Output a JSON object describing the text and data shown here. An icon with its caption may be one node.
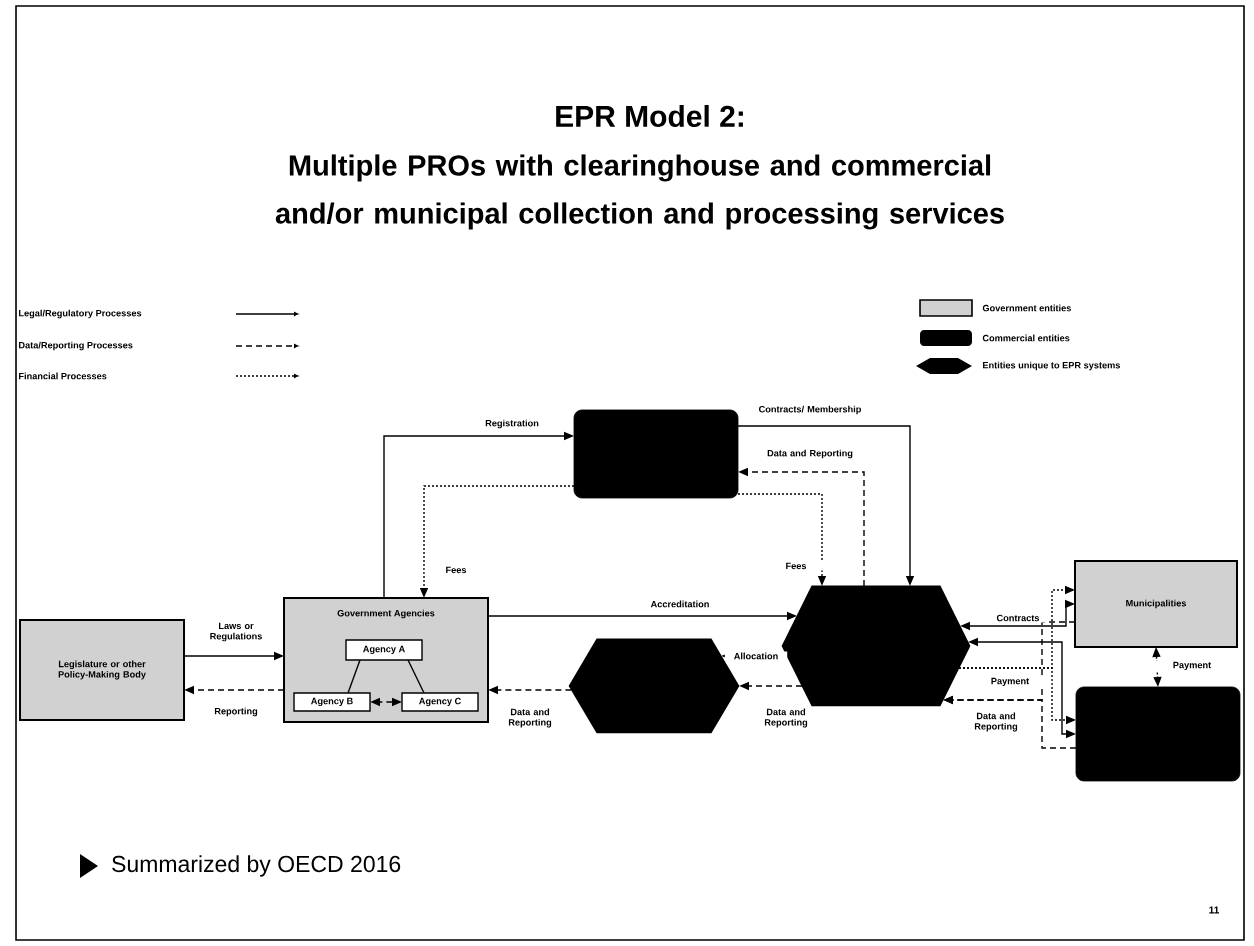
{
  "diagram": {
    "title": "EPR Model 2:",
    "nodes": [
      {
        "text": [
          "Legislature or other Policy-Making Body"
        ]
      },
      {
        "text": [
          "Government Agencies"
        ]
      },
      {
        "text": [
          "Agency A"
        ],
        "in": 1
      },
      {
        "text": [
          "Agency B"
        ],
        "in": 1
      },
      {
        "text": [
          "Agency C"
        ],
        "in": 1
      },
      {
        "text": [],
        "shape": "box"
      },
      {
        "text": [],
        "shape": "hexagon"
      },
      {
        "text": [],
        "shape": "hexagon"
      },
      {
        "text": [
          "Municipalities"
        ]
      },
      {
        "text": [],
        "shape": "box"
      }
    ],
    "edges": [
      {
        "from": 0,
        "to": 1,
        "arrow": "to",
        "label": "Laws or Regulations"
      },
      {
        "from": 1,
        "to": 0,
        "arrow": "to",
        "style": "dashed",
        "label": "Reporting"
      },
      {
        "from": 1,
        "to": 5,
        "arrow": "to",
        "label": "Registration"
      },
      {
        "from": 5,
        "to": 1,
        "arrow": "to",
        "style": "dashed",
        "label": "Fees"
      },
      {
        "from": 5,
        "to": 7,
        "arrow": "to",
        "label": "Contracts/ Membership"
      },
      {
        "from": 7,
        "to": 5,
        "arrow": "to",
        "style": "dashed",
        "label": "Data and Reporting"
      },
      {
        "from": 5,
        "to": 7,
        "arrow": "to",
        "style": "dashed",
        "label": "Fees"
      },
      {
        "from": 1,
        "to": 7,
        "arrow": "to",
        "label": "Accreditation"
      },
      {
        "from": 7,
        "to": 6,
        "arrow": "to",
        "label": "Allocation"
      },
      {
        "from": 6,
        "to": 1,
        "arrow": "to",
        "style": "dashed",
        "label": "Data and Reporting"
      },
      {
        "from": 7,
        "to": 6,
        "arrow": "to",
        "style": "dashed",
        "label": "Data and Reporting"
      },
      {
        "from": 7,
        "to": 8,
        "arrow": "both",
        "label": "Contracts"
      },
      {
        "from": 7,
        "to": 9,
        "arrow": "both"
      },
      {
        "from": 7,
        "to": 8,
        "arrow": "to",
        "style": "dashed",
        "label": "Payment"
      },
      {
        "from": 7,
        "to": 9,
        "arrow": "to",
        "style": "dashed"
      },
      {
        "from": 8,
        "to": 7,
        "arrow": "to",
        "style": "dashed",
        "label": "Data and Reporting"
      },
      {
        "from": 9,
        "to": 7,
        "arrow": "to",
        "style": "dashed"
      },
      {
        "from": 8,
        "to": 9,
        "arrow": "both",
        "style": "dashed",
        "label": "Payment"
      },
      {
        "from": 2,
        "to": 3,
        "arrow": "none"
      },
      {
        "from": 2,
        "to": 4,
        "arrow": "none"
      },
      {
        "from": 4,
        "to": 3,
        "arrow": "both",
        "style": "dashed"
      }
    ],
    "labels": [
      "Multiple PROs with clearinghouse and commercial and/or municipal collection and processing services",
      "Summarized by OECD 2016",
      "11"
    ],
    "legend": [
      {
        "text": "Legal/Regulatory Processes"
      },
      {
        "text": "Data/Reporting Processes"
      },
      {
        "text": "Financial Processes"
      },
      {
        "text": "Government entities"
      },
      {
        "text": "Commercial entities"
      },
      {
        "text": "Entities unique to EPR systems"
      }
    ]
  }
}
